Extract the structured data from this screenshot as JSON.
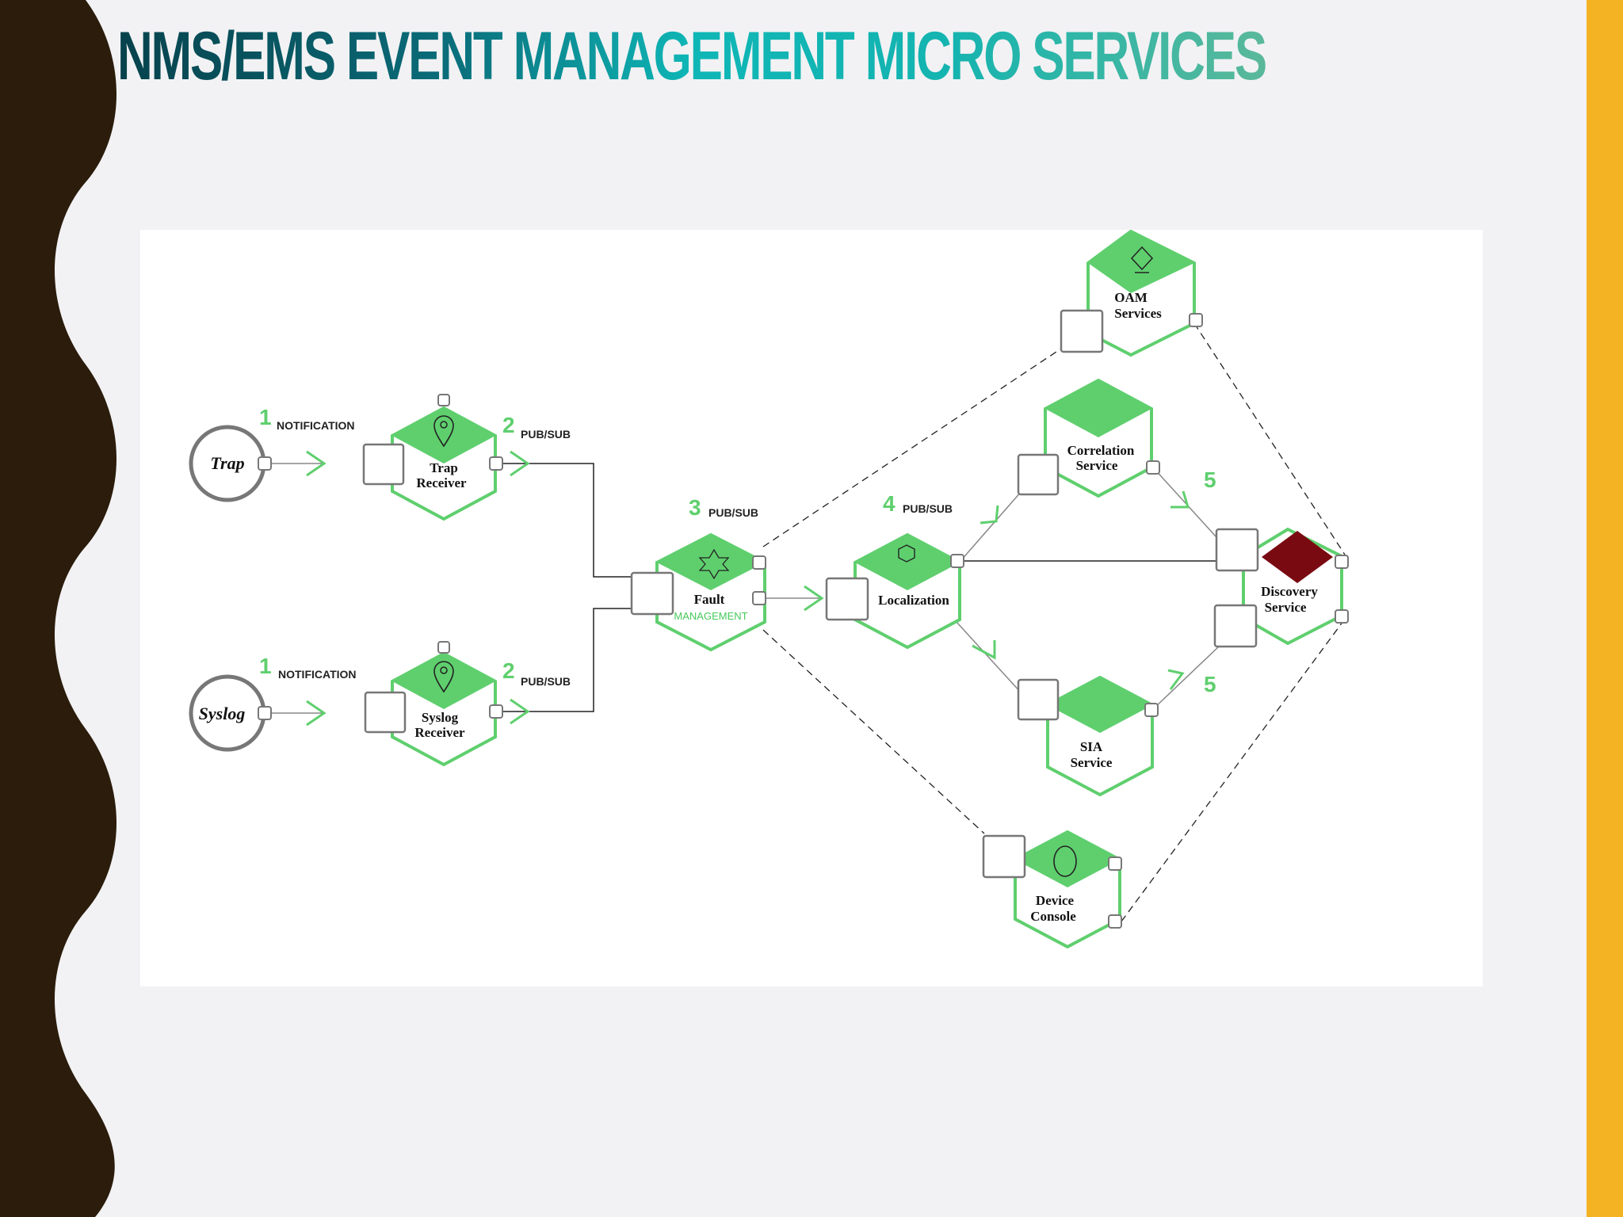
{
  "slide": {
    "title": "NMS/EMS EVENT MANAGEMENT MICRO SERVICES",
    "colors": {
      "left_band": "#2b1c0c",
      "right_bar": "#f3b323",
      "background": "#f2f2f4",
      "node_green": "#5fcf6e",
      "discovery_red": "#7a0a12"
    }
  },
  "diagram": {
    "sources": {
      "trap": "Trap",
      "syslog": "Syslog"
    },
    "steps": {
      "s1_top_num": "1",
      "s1_top_label": "NOTIFICATION",
      "s1_bot_num": "1",
      "s1_bot_label": "NOTIFICATION",
      "s2_top_num": "2",
      "s2_top_label": "PUB/SUB",
      "s2_bot_num": "2",
      "s2_bot_label": "PUB/SUB",
      "s3_num": "3",
      "s3_label": "PUB/SUB",
      "s4_num": "4",
      "s4_label": "PUB/SUB",
      "s5_top_num": "5",
      "s5_bot_num": "5"
    },
    "nodes": {
      "trap_receiver": [
        "Trap",
        "Receiver"
      ],
      "syslog_receiver": [
        "Syslog",
        "Receiver"
      ],
      "fault": [
        "Fault",
        "MANAGEMENT"
      ],
      "localization": [
        "Localization"
      ],
      "correlation": [
        "Correlation",
        "Service"
      ],
      "sia": [
        "SIA",
        "Service"
      ],
      "oam": [
        "OAM",
        "Services"
      ],
      "device_console": [
        "Device",
        "Console"
      ],
      "discovery": [
        "Discovery",
        "Service"
      ]
    },
    "icons": {
      "trap_receiver": "map-pin-icon",
      "syslog_receiver": "map-pin-icon",
      "fault": "star-icon",
      "localization": "hexagon-icon",
      "oam": "diamond-icon",
      "device_console": "ellipse-icon"
    }
  }
}
